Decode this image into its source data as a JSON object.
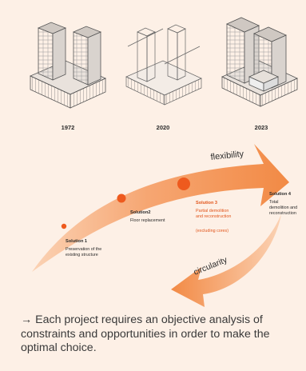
{
  "buildings": [
    {
      "year": "1972"
    },
    {
      "year": "2020"
    },
    {
      "year": "2023"
    }
  ],
  "arrows": {
    "upper_label": "flexibility",
    "lower_label": "circularity"
  },
  "solutions": [
    {
      "title": "Solution 1",
      "lines": [
        "Preservation of the",
        "existing structure"
      ]
    },
    {
      "title": "Solution2",
      "lines": [
        "Floor replacement"
      ]
    },
    {
      "title": "Solution 3",
      "lines": [
        "Partial demolition",
        "and reconstruction",
        "",
        "(excluding cores)"
      ]
    },
    {
      "title": "Solution 4",
      "lines": [
        "Total",
        "demolition and",
        "reconstruction"
      ]
    }
  ],
  "colors": {
    "background": "#fdf0e6",
    "arrow_orange": "#f28a45",
    "dot_orange": "#ee5a1e",
    "solution3_red": "#e2561c",
    "text_dark": "#2b2b2b",
    "building_line": "#555555"
  },
  "caption": "→ Each project requires an objective analysis of constraints and opportunities in order to make the optimal choice."
}
